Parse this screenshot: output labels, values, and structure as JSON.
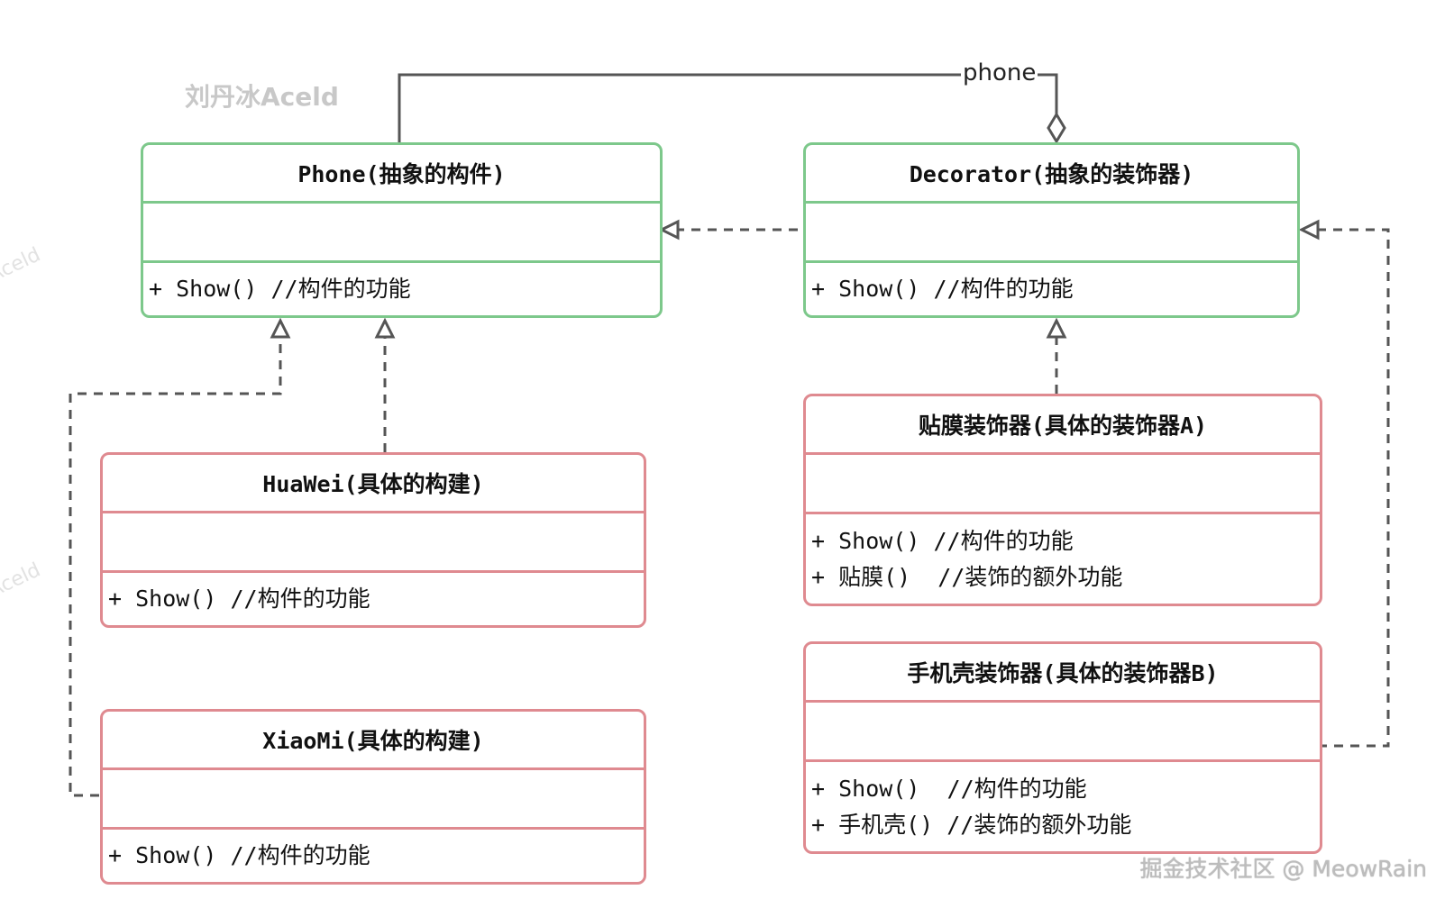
{
  "watermark": "刘丹冰Aceld",
  "side_watermark_1": "Aceld",
  "side_watermark_2": "Aceld",
  "footer": "掘金技术社区 @ MeowRain",
  "relation_label": "phone",
  "classes": {
    "phone": {
      "name": "Phone(抽象的构件)",
      "methods": [
        "+ Show() //构件的功能"
      ]
    },
    "decorator": {
      "name": "Decorator(抽象的装饰器)",
      "methods": [
        "+ Show() //构件的功能"
      ]
    },
    "huawei": {
      "name": "HuaWei(具体的构建)",
      "methods": [
        "+ Show() //构件的功能"
      ]
    },
    "xiaomi": {
      "name": "XiaoMi(具体的构建)",
      "methods": [
        "+ Show() //构件的功能"
      ]
    },
    "film": {
      "name": "贴膜装饰器(具体的装饰器A)",
      "methods": [
        "+ Show() //构件的功能",
        "+ 贴膜()  //装饰的额外功能"
      ]
    },
    "case": {
      "name": "手机壳装饰器(具体的装饰器B)",
      "methods": [
        "+ Show()  //构件的功能",
        "+ 手机壳() //装饰的额外功能"
      ]
    }
  },
  "colors": {
    "abstract_border": "#7dc88b",
    "concrete_border": "#df8a90",
    "connector": "#555555"
  }
}
